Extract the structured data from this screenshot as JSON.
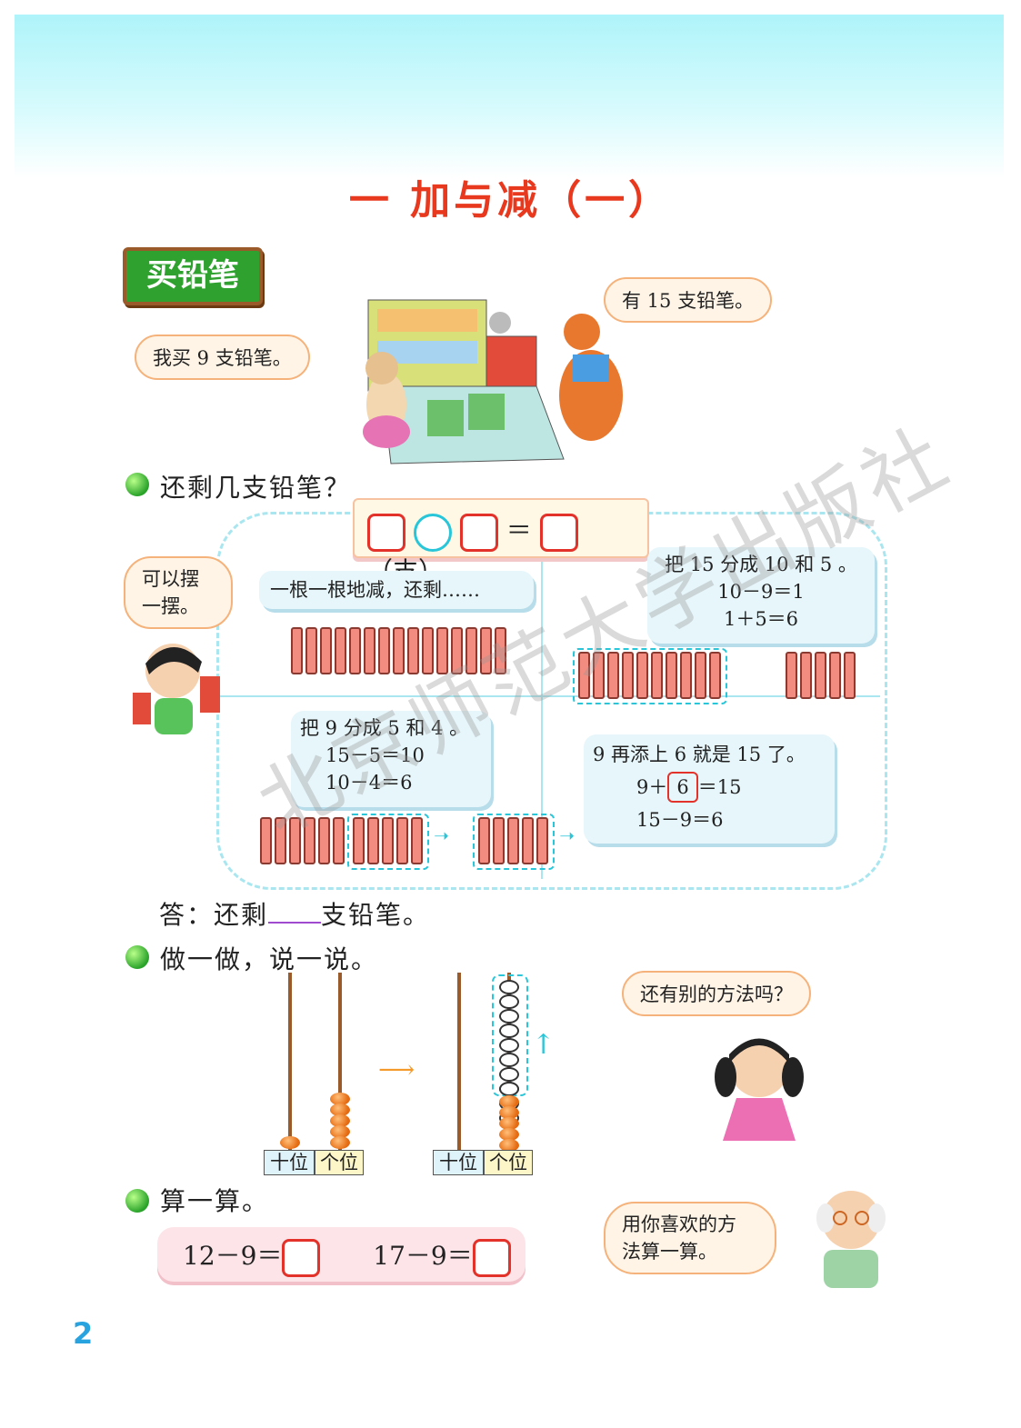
{
  "chapter_title": "一  加与减（一）",
  "lesson_title": "买铅笔",
  "bubbles": {
    "rabbit": "我买 9 支铅笔。",
    "kangaroo": "有 15 支铅笔。",
    "boy": [
      "可以摆",
      "一摆。"
    ],
    "girl": "还有别的方法吗？",
    "grandpa": [
      "用你喜欢的方",
      "法算一算。"
    ]
  },
  "question1": "还剩几支铅笔？",
  "equation_unit": "（支）",
  "method_a": "一根一根地减，还剩……",
  "method_b": [
    "把 15 分成 10 和 5 。",
    "10－9＝1",
    "1＋5＝6"
  ],
  "method_c": [
    "把 9 分成 5 和 4 。",
    "15－5＝10",
    "10－4＝6"
  ],
  "method_d": {
    "line1": "9 再添上 6 就是 15 了。",
    "eq_left": "9＋",
    "eq_box": "6",
    "eq_right": "＝15",
    "line3": "15－9＝6"
  },
  "answer": {
    "prefix": "答：还剩",
    "suffix": "支铅笔。"
  },
  "question2": "做一做，说一说。",
  "abacus": {
    "tens": "十位",
    "ones": "个位"
  },
  "question3": "算一算。",
  "calc": {
    "eq1": "12－9＝",
    "eq2": "17－9＝"
  },
  "page_number": "2",
  "watermark": "北京师范大学出版社"
}
